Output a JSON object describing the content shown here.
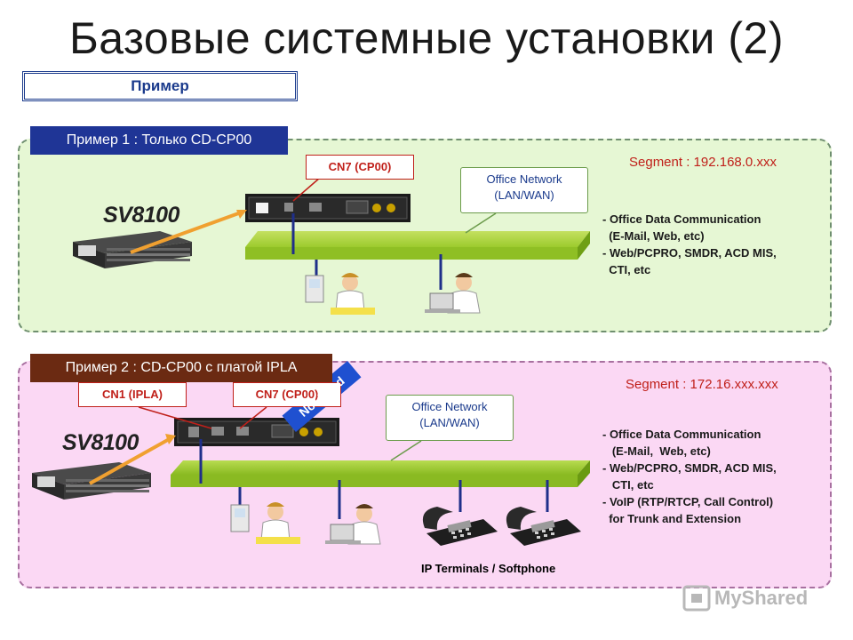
{
  "title": "Базовые системные установки (2)",
  "primer_label": "Пример",
  "example1": {
    "tab": "Пример 1 : Только CD-CP00",
    "segment": "Segment : 192.168.0.xxx",
    "callout": "CN7 (CP00)",
    "office_network": [
      "Office Network",
      "(LAN/WAN)"
    ],
    "system_name": "SV8100",
    "info": [
      "- Office Data Communication",
      "  (E-Mail, Web, etc)",
      "- Web/PCPRO, SMDR, ACD MIS,",
      "  CTI, etc"
    ]
  },
  "example2": {
    "tab": "Пример 2 : CD-CP00 с платой IPLA",
    "segment": "Segment : 172.16.xxx.xxx",
    "callout_ipla": "CN1 (IPLA)",
    "callout_cp00": "CN7 (CP00)",
    "not_used": "Not Used",
    "office_network": [
      "Office Network",
      "(LAN/WAN)"
    ],
    "system_name": "SV8100",
    "info": [
      "- Office Data Communication",
      "   (E-Mail,  Web, etc)",
      "- Web/PCPRO, SMDR, ACD MIS,",
      "   CTI, etc",
      "- VoIP (RTP/RTCP, Call Control)",
      "  for Trunk and Extension"
    ],
    "ip_terminals_label": "IP Terminals / Softphone"
  },
  "watermark": "MyShared",
  "colors": {
    "lan_bar": "#9ccb2d",
    "panel1_bg": "#e6f7d4",
    "panel2_bg": "#fbd8f4",
    "tab1": "#1f3596",
    "tab2": "#6b2a12",
    "accent_red": "#c0201a",
    "link_line": "#1f2f8a",
    "arrow": "#f0a030"
  }
}
